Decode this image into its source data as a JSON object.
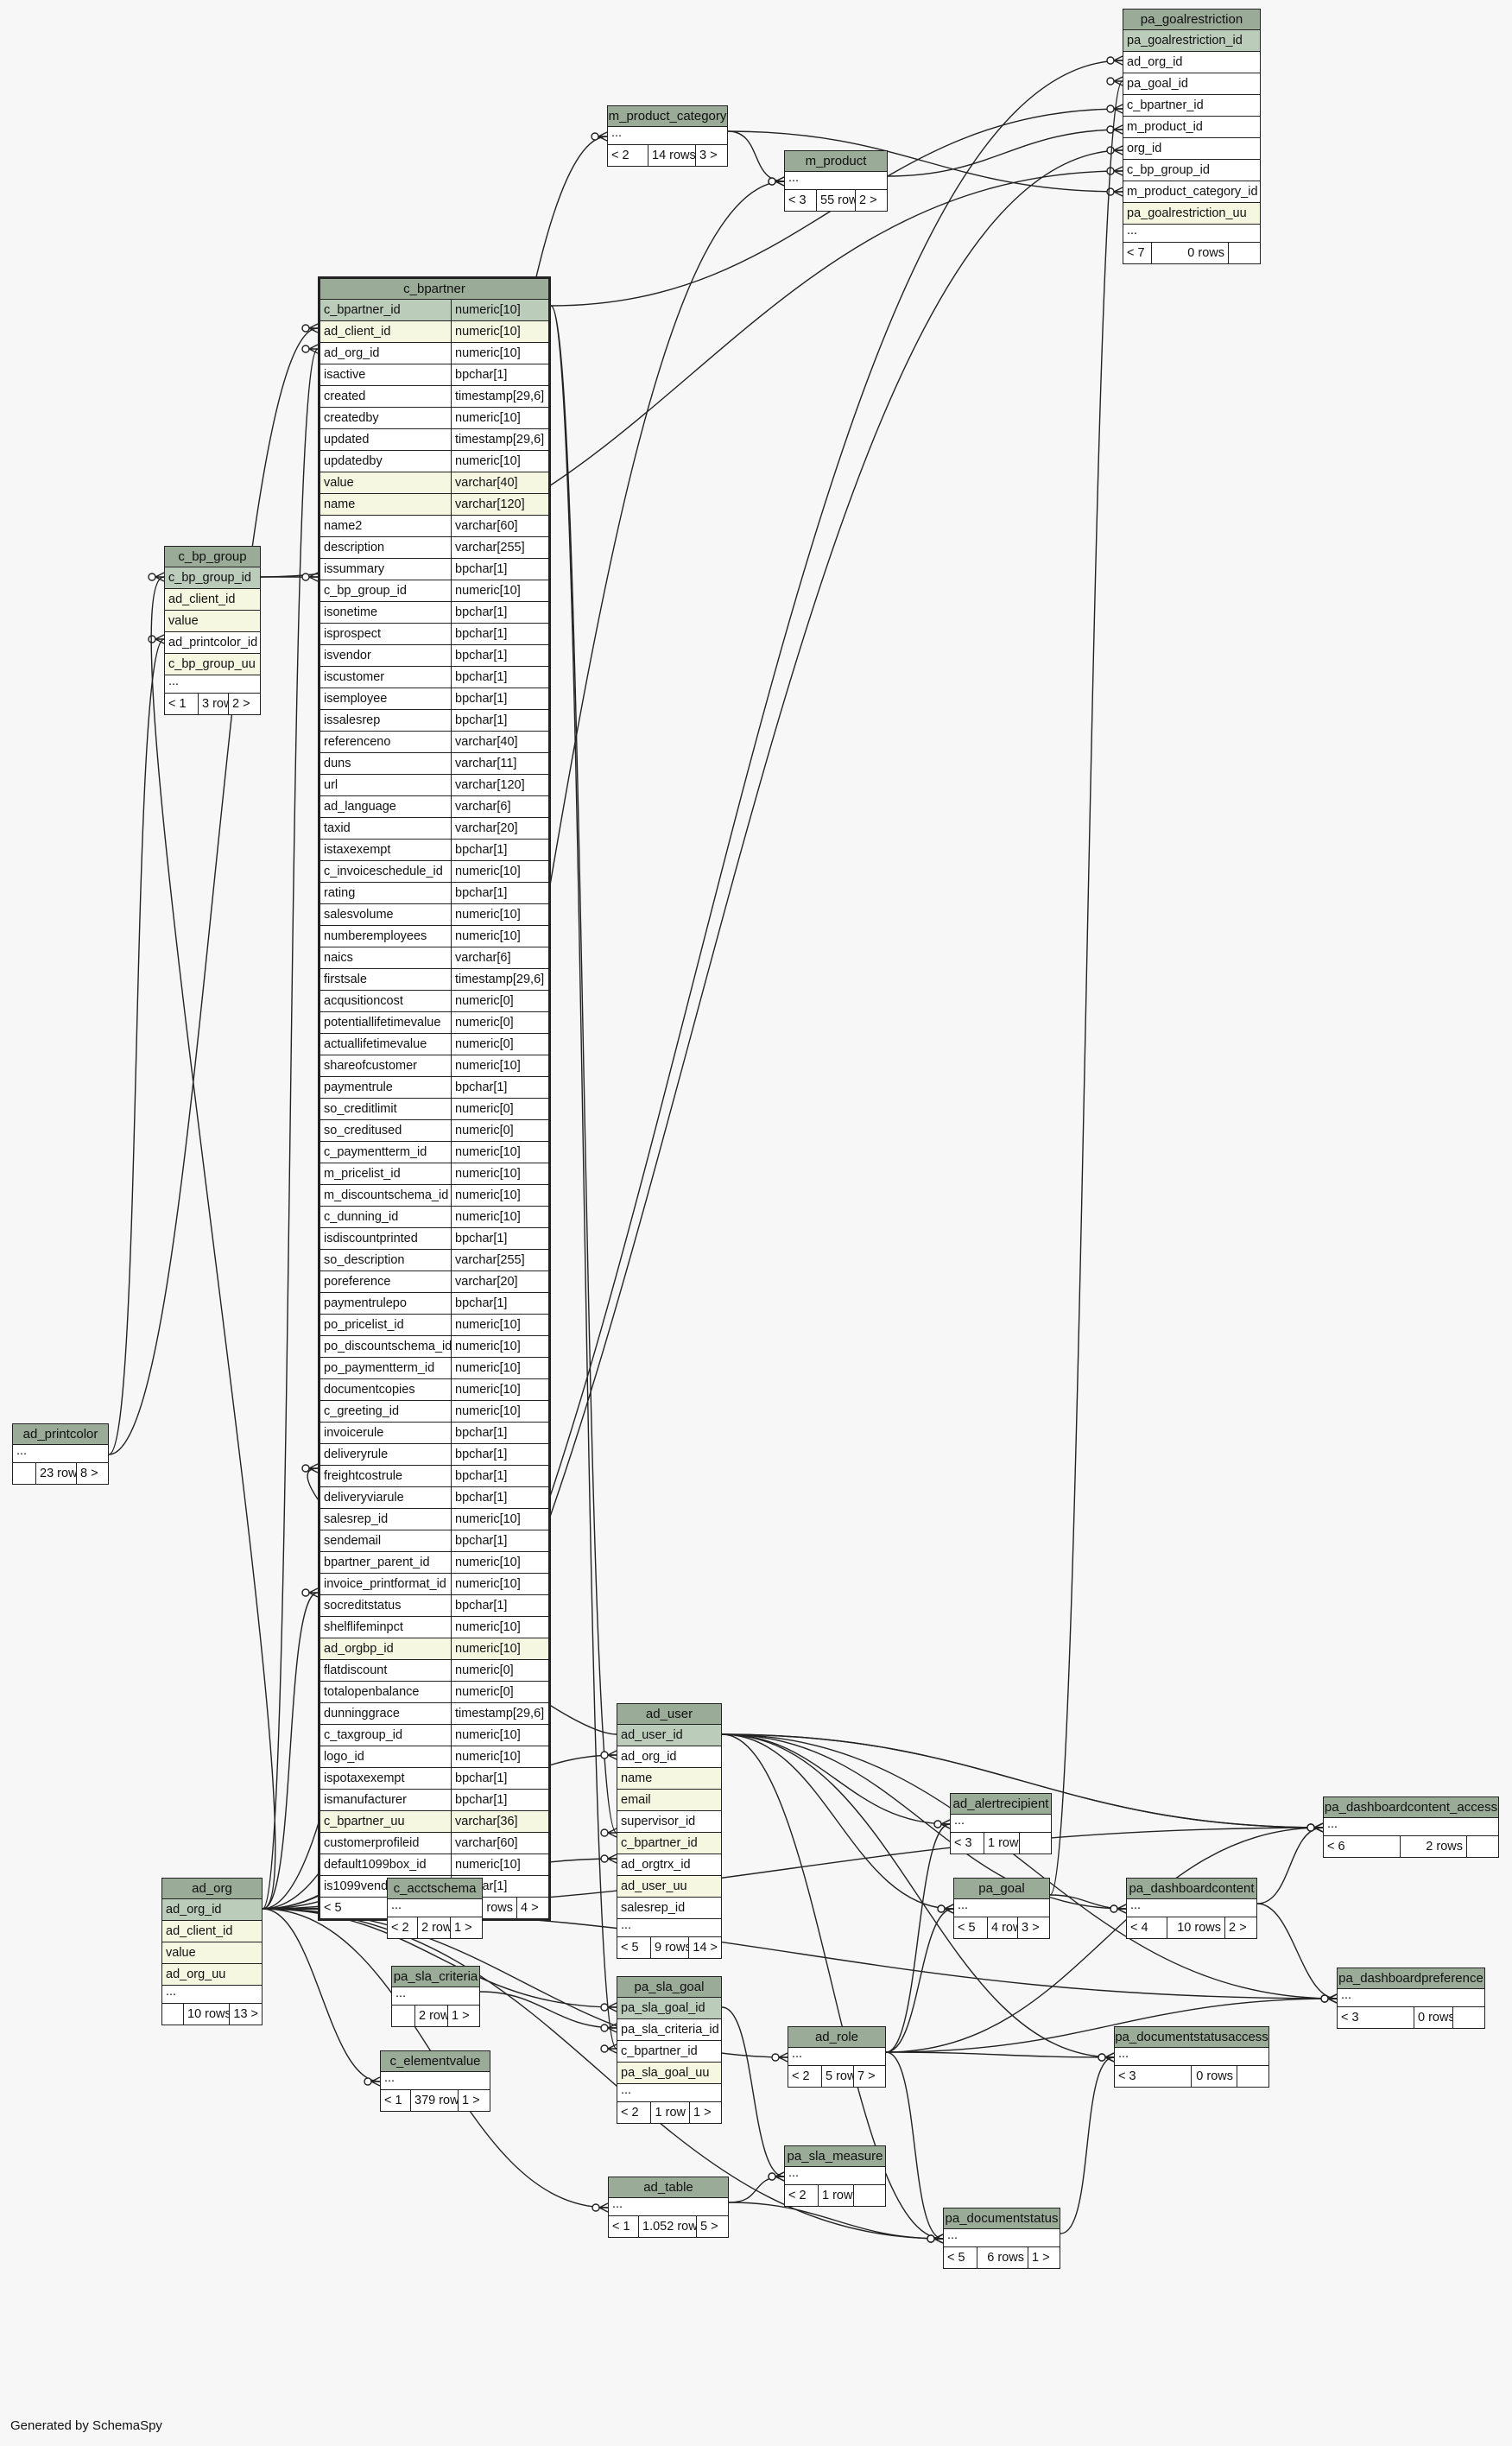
{
  "footer": "Generated by SchemaSpy",
  "colors": {
    "header": "#9aab98",
    "primary_key": "#bcccbb",
    "indexed": "#f5f7e1",
    "line": "#222222"
  },
  "tables": [
    {
      "id": "pa_goalrestriction",
      "name": "pa_goalrestriction",
      "columns": [
        {
          "name": "pa_goalrestriction_id",
          "kind": "pk"
        },
        {
          "name": "ad_org_id"
        },
        {
          "name": "pa_goal_id"
        },
        {
          "name": "c_bpartner_id"
        },
        {
          "name": "m_product_id"
        },
        {
          "name": "org_id"
        },
        {
          "name": "c_bp_group_id"
        },
        {
          "name": "m_product_category_id"
        },
        {
          "name": "pa_goalrestriction_uu",
          "kind": "idx"
        },
        {
          "name": "...",
          "kind": "ell"
        }
      ],
      "footer": [
        "< 7",
        "0 rows",
        ""
      ]
    },
    {
      "id": "m_product_category",
      "name": "m_product_category",
      "columns": [
        {
          "name": "...",
          "kind": "ell"
        }
      ],
      "footer": [
        "< 2",
        "14 rows",
        "3 >"
      ]
    },
    {
      "id": "m_product",
      "name": "m_product",
      "columns": [
        {
          "name": "...",
          "kind": "ell"
        }
      ],
      "footer": [
        "< 3",
        "55 rows",
        "2 >"
      ]
    },
    {
      "id": "c_bpartner",
      "name": "c_bpartner",
      "main": true,
      "columns": [
        {
          "name": "c_bpartner_id",
          "type": "numeric[10]",
          "kind": "pk"
        },
        {
          "name": "ad_client_id",
          "type": "numeric[10]",
          "kind": "idx"
        },
        {
          "name": "ad_org_id",
          "type": "numeric[10]"
        },
        {
          "name": "isactive",
          "type": "bpchar[1]"
        },
        {
          "name": "created",
          "type": "timestamp[29,6]"
        },
        {
          "name": "createdby",
          "type": "numeric[10]"
        },
        {
          "name": "updated",
          "type": "timestamp[29,6]"
        },
        {
          "name": "updatedby",
          "type": "numeric[10]"
        },
        {
          "name": "value",
          "type": "varchar[40]",
          "kind": "idx"
        },
        {
          "name": "name",
          "type": "varchar[120]",
          "kind": "idx"
        },
        {
          "name": "name2",
          "type": "varchar[60]"
        },
        {
          "name": "description",
          "type": "varchar[255]"
        },
        {
          "name": "issummary",
          "type": "bpchar[1]"
        },
        {
          "name": "c_bp_group_id",
          "type": "numeric[10]"
        },
        {
          "name": "isonetime",
          "type": "bpchar[1]"
        },
        {
          "name": "isprospect",
          "type": "bpchar[1]"
        },
        {
          "name": "isvendor",
          "type": "bpchar[1]"
        },
        {
          "name": "iscustomer",
          "type": "bpchar[1]"
        },
        {
          "name": "isemployee",
          "type": "bpchar[1]"
        },
        {
          "name": "issalesrep",
          "type": "bpchar[1]"
        },
        {
          "name": "referenceno",
          "type": "varchar[40]"
        },
        {
          "name": "duns",
          "type": "varchar[11]"
        },
        {
          "name": "url",
          "type": "varchar[120]"
        },
        {
          "name": "ad_language",
          "type": "varchar[6]"
        },
        {
          "name": "taxid",
          "type": "varchar[20]"
        },
        {
          "name": "istaxexempt",
          "type": "bpchar[1]"
        },
        {
          "name": "c_invoiceschedule_id",
          "type": "numeric[10]"
        },
        {
          "name": "rating",
          "type": "bpchar[1]"
        },
        {
          "name": "salesvolume",
          "type": "numeric[10]"
        },
        {
          "name": "numberemployees",
          "type": "numeric[10]"
        },
        {
          "name": "naics",
          "type": "varchar[6]"
        },
        {
          "name": "firstsale",
          "type": "timestamp[29,6]"
        },
        {
          "name": "acqusitioncost",
          "type": "numeric[0]"
        },
        {
          "name": "potentiallifetimevalue",
          "type": "numeric[0]"
        },
        {
          "name": "actuallifetimevalue",
          "type": "numeric[0]"
        },
        {
          "name": "shareofcustomer",
          "type": "numeric[10]"
        },
        {
          "name": "paymentrule",
          "type": "bpchar[1]"
        },
        {
          "name": "so_creditlimit",
          "type": "numeric[0]"
        },
        {
          "name": "so_creditused",
          "type": "numeric[0]"
        },
        {
          "name": "c_paymentterm_id",
          "type": "numeric[10]"
        },
        {
          "name": "m_pricelist_id",
          "type": "numeric[10]"
        },
        {
          "name": "m_discountschema_id",
          "type": "numeric[10]"
        },
        {
          "name": "c_dunning_id",
          "type": "numeric[10]"
        },
        {
          "name": "isdiscountprinted",
          "type": "bpchar[1]"
        },
        {
          "name": "so_description",
          "type": "varchar[255]"
        },
        {
          "name": "poreference",
          "type": "varchar[20]"
        },
        {
          "name": "paymentrulepo",
          "type": "bpchar[1]"
        },
        {
          "name": "po_pricelist_id",
          "type": "numeric[10]"
        },
        {
          "name": "po_discountschema_id",
          "type": "numeric[10]"
        },
        {
          "name": "po_paymentterm_id",
          "type": "numeric[10]"
        },
        {
          "name": "documentcopies",
          "type": "numeric[10]"
        },
        {
          "name": "c_greeting_id",
          "type": "numeric[10]"
        },
        {
          "name": "invoicerule",
          "type": "bpchar[1]"
        },
        {
          "name": "deliveryrule",
          "type": "bpchar[1]"
        },
        {
          "name": "freightcostrule",
          "type": "bpchar[1]"
        },
        {
          "name": "deliveryviarule",
          "type": "bpchar[1]"
        },
        {
          "name": "salesrep_id",
          "type": "numeric[10]"
        },
        {
          "name": "sendemail",
          "type": "bpchar[1]"
        },
        {
          "name": "bpartner_parent_id",
          "type": "numeric[10]"
        },
        {
          "name": "invoice_printformat_id",
          "type": "numeric[10]"
        },
        {
          "name": "socreditstatus",
          "type": "bpchar[1]"
        },
        {
          "name": "shelflifeminpct",
          "type": "numeric[10]"
        },
        {
          "name": "ad_orgbp_id",
          "type": "numeric[10]",
          "kind": "idx"
        },
        {
          "name": "flatdiscount",
          "type": "numeric[0]"
        },
        {
          "name": "totalopenbalance",
          "type": "numeric[0]"
        },
        {
          "name": "dunninggrace",
          "type": "timestamp[29,6]"
        },
        {
          "name": "c_taxgroup_id",
          "type": "numeric[10]"
        },
        {
          "name": "logo_id",
          "type": "numeric[10]"
        },
        {
          "name": "ispotaxexempt",
          "type": "bpchar[1]"
        },
        {
          "name": "ismanufacturer",
          "type": "bpchar[1]"
        },
        {
          "name": "c_bpartner_uu",
          "type": "varchar[36]",
          "kind": "idx"
        },
        {
          "name": "customerprofileid",
          "type": "varchar[60]"
        },
        {
          "name": "default1099box_id",
          "type": "numeric[10]"
        },
        {
          "name": "is1099vendor",
          "type": "bpchar[1]"
        }
      ],
      "footer": [
        "< 5",
        "18 rows",
        "4 >"
      ]
    },
    {
      "id": "c_bp_group",
      "name": "c_bp_group",
      "columns": [
        {
          "name": "c_bp_group_id",
          "kind": "pk"
        },
        {
          "name": "ad_client_id",
          "kind": "idx"
        },
        {
          "name": "value",
          "kind": "idx"
        },
        {
          "name": "ad_printcolor_id"
        },
        {
          "name": "c_bp_group_uu",
          "kind": "idx"
        },
        {
          "name": "...",
          "kind": "ell"
        }
      ],
      "footer": [
        "< 1",
        "3 rows",
        "2 >"
      ]
    },
    {
      "id": "ad_printcolor",
      "name": "ad_printcolor",
      "columns": [
        {
          "name": "...",
          "kind": "ell"
        }
      ],
      "footer": [
        "",
        "23 rows",
        "8 >"
      ]
    },
    {
      "id": "ad_user",
      "name": "ad_user",
      "columns": [
        {
          "name": "ad_user_id",
          "kind": "pk"
        },
        {
          "name": "ad_org_id"
        },
        {
          "name": "name",
          "kind": "idx"
        },
        {
          "name": "email",
          "kind": "idx"
        },
        {
          "name": "supervisor_id"
        },
        {
          "name": "c_bpartner_id",
          "kind": "idx"
        },
        {
          "name": "ad_orgtrx_id"
        },
        {
          "name": "ad_user_uu",
          "kind": "idx"
        },
        {
          "name": "salesrep_id"
        },
        {
          "name": "...",
          "kind": "ell"
        }
      ],
      "footer": [
        "< 5",
        "9 rows",
        "14 >"
      ]
    },
    {
      "id": "ad_org",
      "name": "ad_org",
      "columns": [
        {
          "name": "ad_org_id",
          "kind": "pk"
        },
        {
          "name": "ad_client_id",
          "kind": "idx"
        },
        {
          "name": "value",
          "kind": "idx"
        },
        {
          "name": "ad_org_uu",
          "kind": "idx"
        },
        {
          "name": "...",
          "kind": "ell"
        }
      ],
      "footer": [
        "",
        "10 rows",
        "13 >"
      ]
    },
    {
      "id": "c_acctschema",
      "name": "c_acctschema",
      "columns": [
        {
          "name": "...",
          "kind": "ell"
        }
      ],
      "footer": [
        "< 2",
        "2 rows",
        "1 >"
      ]
    },
    {
      "id": "pa_sla_criteria",
      "name": "pa_sla_criteria",
      "columns": [
        {
          "name": "...",
          "kind": "ell"
        }
      ],
      "footer": [
        "",
        "2 rows",
        "1 >"
      ]
    },
    {
      "id": "c_elementvalue",
      "name": "c_elementvalue",
      "columns": [
        {
          "name": "...",
          "kind": "ell"
        }
      ],
      "footer": [
        "< 1",
        "379 rows",
        "1 >"
      ]
    },
    {
      "id": "pa_sla_goal",
      "name": "pa_sla_goal",
      "columns": [
        {
          "name": "pa_sla_goal_id",
          "kind": "pk"
        },
        {
          "name": "pa_sla_criteria_id"
        },
        {
          "name": "c_bpartner_id"
        },
        {
          "name": "pa_sla_goal_uu",
          "kind": "idx"
        },
        {
          "name": "...",
          "kind": "ell"
        }
      ],
      "footer": [
        "< 2",
        "1 row",
        "1 >"
      ]
    },
    {
      "id": "ad_alertrecipient",
      "name": "ad_alertrecipient",
      "columns": [
        {
          "name": "...",
          "kind": "ell"
        }
      ],
      "footer": [
        "< 3",
        "1 row",
        ""
      ]
    },
    {
      "id": "pa_goal",
      "name": "pa_goal",
      "columns": [
        {
          "name": "...",
          "kind": "ell"
        }
      ],
      "footer": [
        "< 5",
        "4 rows",
        "3 >"
      ]
    },
    {
      "id": "pa_dashboardcontent",
      "name": "pa_dashboardcontent",
      "columns": [
        {
          "name": "...",
          "kind": "ell"
        }
      ],
      "footer": [
        "< 4",
        "10 rows",
        "2 >"
      ]
    },
    {
      "id": "pa_dashboardcontent_access",
      "name": "pa_dashboardcontent_access",
      "columns": [
        {
          "name": "...",
          "kind": "ell"
        }
      ],
      "footer": [
        "< 6",
        "2 rows",
        ""
      ]
    },
    {
      "id": "pa_dashboardpreference",
      "name": "pa_dashboardpreference",
      "columns": [
        {
          "name": "...",
          "kind": "ell"
        }
      ],
      "footer": [
        "< 3",
        "0 rows",
        ""
      ]
    },
    {
      "id": "ad_role",
      "name": "ad_role",
      "columns": [
        {
          "name": "...",
          "kind": "ell"
        }
      ],
      "footer": [
        "< 2",
        "5 rows",
        "7 >"
      ]
    },
    {
      "id": "pa_documentstatusaccess",
      "name": "pa_documentstatusaccess",
      "columns": [
        {
          "name": "...",
          "kind": "ell"
        }
      ],
      "footer": [
        "< 3",
        "0 rows",
        ""
      ]
    },
    {
      "id": "pa_sla_measure",
      "name": "pa_sla_measure",
      "columns": [
        {
          "name": "...",
          "kind": "ell"
        }
      ],
      "footer": [
        "< 2",
        "1 row",
        ""
      ]
    },
    {
      "id": "ad_table",
      "name": "ad_table",
      "columns": [
        {
          "name": "...",
          "kind": "ell"
        }
      ],
      "footer": [
        "< 1",
        "1.052 rows",
        "5 >"
      ]
    },
    {
      "id": "pa_documentstatus",
      "name": "pa_documentstatus",
      "columns": [
        {
          "name": "...",
          "kind": "ell"
        }
      ],
      "footer": [
        "< 5",
        "6 rows",
        "1 >"
      ]
    }
  ]
}
